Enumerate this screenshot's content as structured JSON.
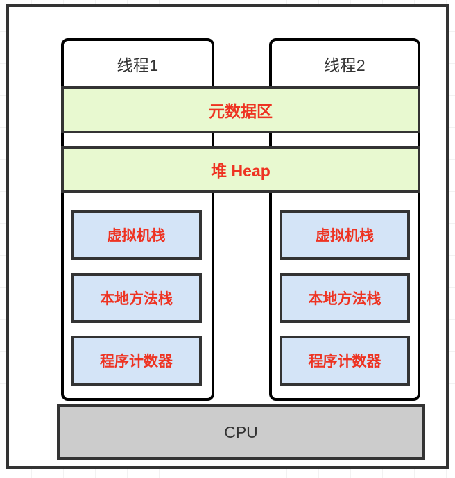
{
  "diagram": {
    "type": "jvm-memory-architecture",
    "colors": {
      "shared_memory_fill": "#e8f9d0",
      "thread_private_fill": "#d4e4f7",
      "cpu_fill": "#cccccc",
      "label_red": "#ee3322",
      "label_dark": "#333333",
      "border_dark": "#333333",
      "border_black": "#000000",
      "background": "#ffffff",
      "grid_line": "#f2f2f2"
    },
    "threads": [
      {
        "title": "线程1",
        "private_areas": [
          {
            "label": "虚拟机栈"
          },
          {
            "label": "本地方法栈"
          },
          {
            "label": "程序计数器"
          }
        ]
      },
      {
        "title": "线程2",
        "private_areas": [
          {
            "label": "虚拟机栈"
          },
          {
            "label": "本地方法栈"
          },
          {
            "label": "程序计数器"
          }
        ]
      }
    ],
    "shared_areas": [
      {
        "label": "元数据区"
      },
      {
        "label": "堆 Heap"
      }
    ],
    "cpu": {
      "label": "CPU"
    }
  }
}
